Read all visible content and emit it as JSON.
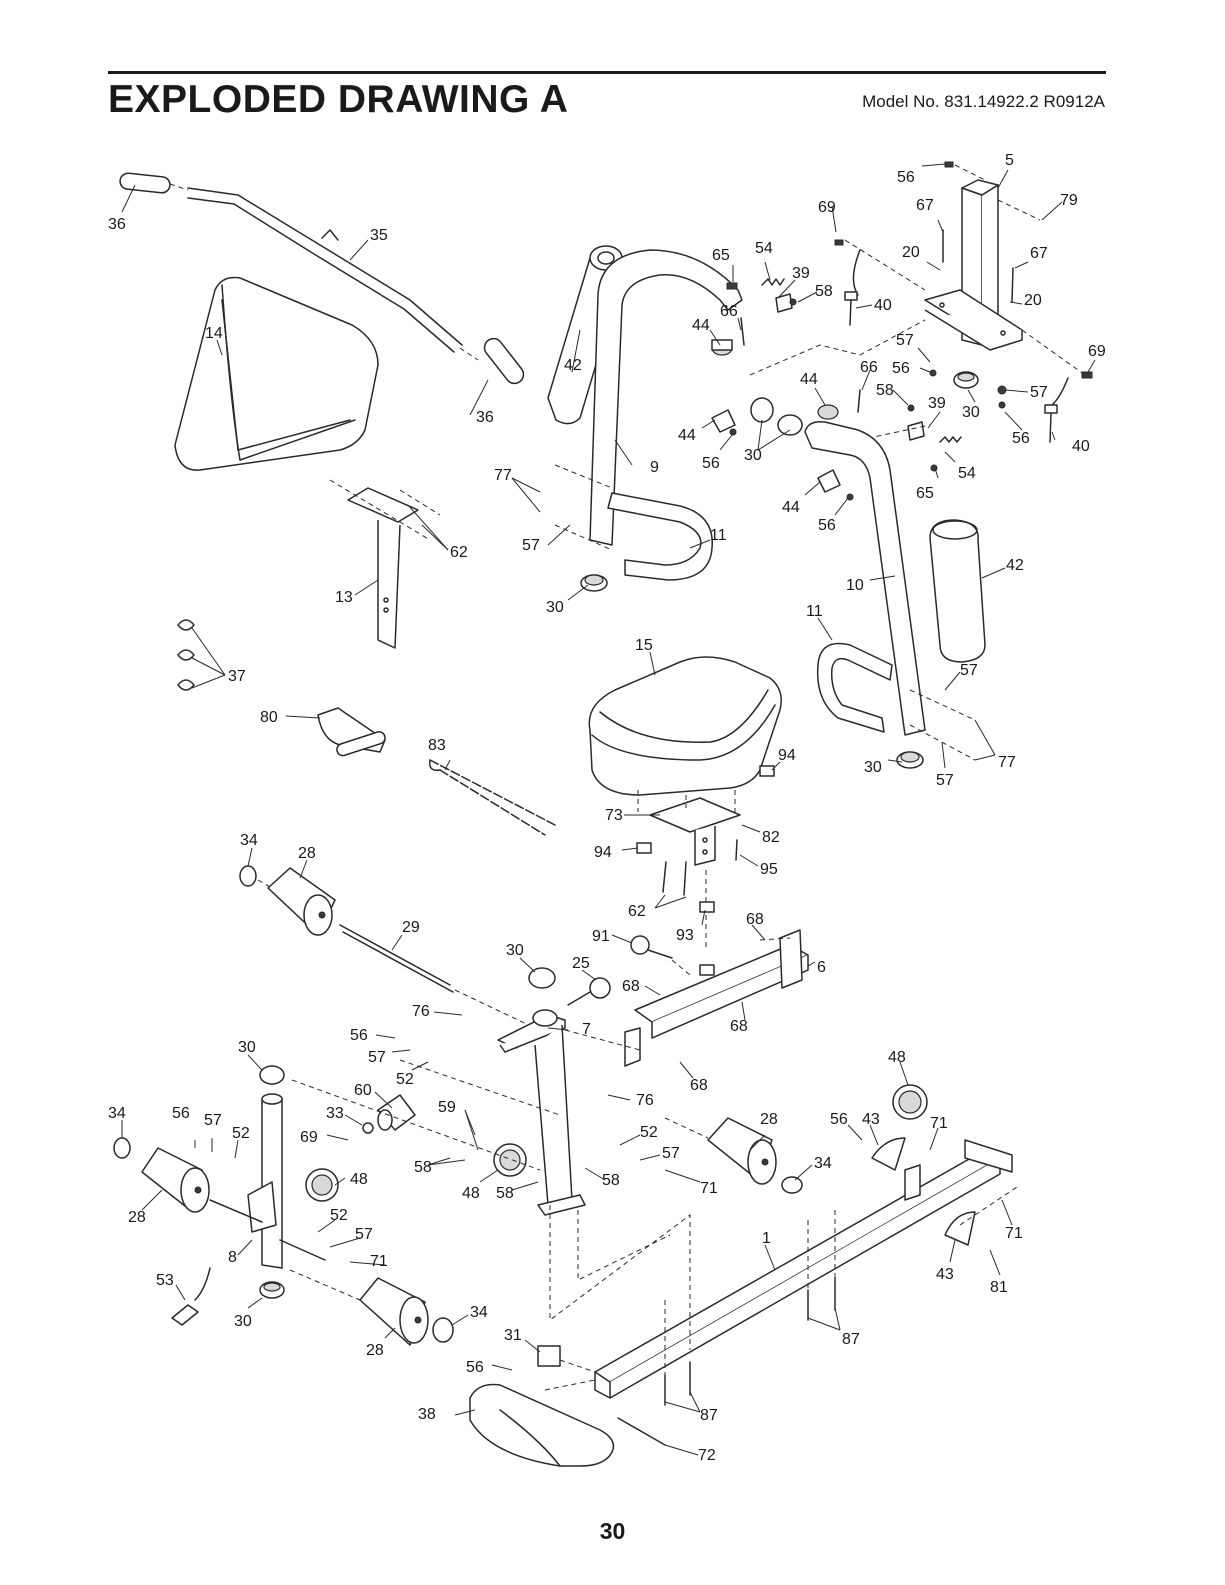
{
  "header": {
    "title": "EXPLODED DRAWING A",
    "model": "Model No. 831.14922.2 R0912A"
  },
  "footer": {
    "page_number": "30"
  },
  "callouts": [
    "36",
    "35",
    "14",
    "62",
    "13",
    "37",
    "80",
    "83",
    "34",
    "28",
    "29",
    "42",
    "9",
    "11",
    "77",
    "57",
    "30",
    "65",
    "54",
    "39",
    "66",
    "44",
    "56",
    "58",
    "40",
    "69",
    "67",
    "20",
    "5",
    "79",
    "10",
    "15",
    "94",
    "73",
    "82",
    "95",
    "93",
    "91",
    "25",
    "68",
    "6",
    "76",
    "7",
    "52",
    "60",
    "33",
    "59",
    "48",
    "1",
    "43",
    "71",
    "81",
    "87",
    "31",
    "38",
    "72",
    "8",
    "53"
  ]
}
